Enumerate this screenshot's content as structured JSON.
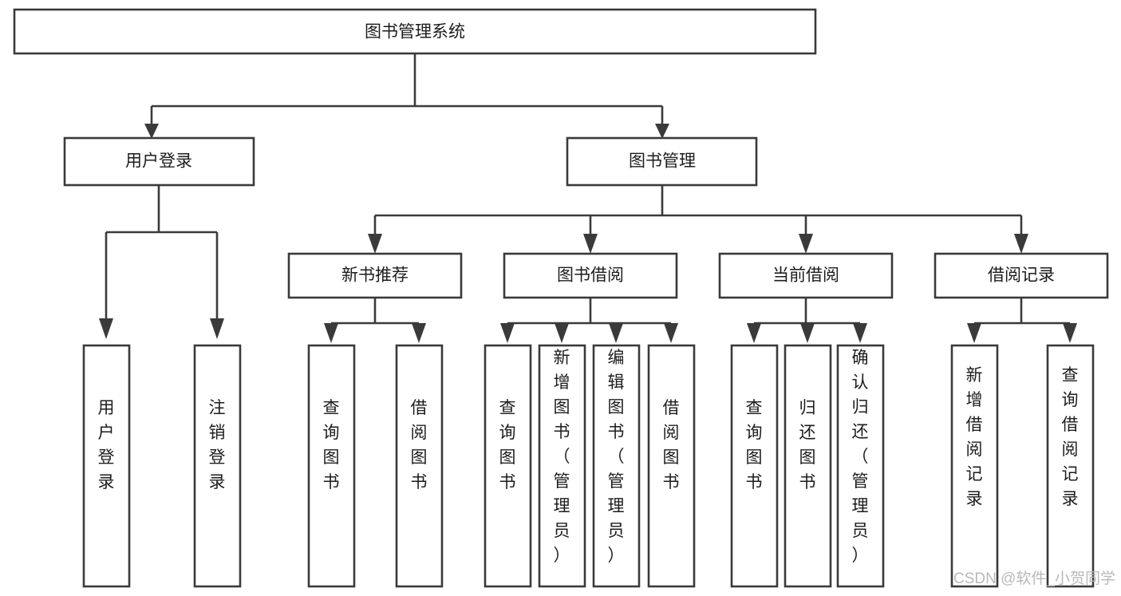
{
  "diagram": {
    "type": "tree-hierarchy-flowchart",
    "title": "图书管理系统",
    "orientation": "top-down",
    "watermark": "CSDN @软件_小贺同学",
    "colors": {
      "background": "#ffffff",
      "box_fill": "#ffffff",
      "box_stroke": "#3a3a3a",
      "connector": "#3a3a3a",
      "label": "#1c1c1c",
      "watermark": "#b9b9b9"
    },
    "root": {
      "label": "图书管理系统",
      "level": 1
    },
    "level2": [
      {
        "label": "用户登录"
      },
      {
        "label": "图书管理"
      }
    ],
    "level3": [
      {
        "label": "新书推荐",
        "parent": "图书管理"
      },
      {
        "label": "图书借阅",
        "parent": "图书管理"
      },
      {
        "label": "当前借阅",
        "parent": "图书管理"
      },
      {
        "label": "借阅记录",
        "parent": "图书管理"
      }
    ],
    "leaves": {
      "user_login": [
        {
          "label": "用户登录"
        },
        {
          "label": "注销登录"
        }
      ],
      "new_book_recommend": [
        {
          "label": "查询图书"
        },
        {
          "label": "借阅图书"
        }
      ],
      "book_borrow": [
        {
          "label": "查询图书"
        },
        {
          "label": "新增图书（管理员）"
        },
        {
          "label": "编辑图书（管理员）"
        },
        {
          "label": "借阅图书"
        }
      ],
      "current_borrow": [
        {
          "label": "查询图书"
        },
        {
          "label": "归还图书"
        },
        {
          "label": "确认归还（管理员）"
        }
      ],
      "borrow_record": [
        {
          "label": "新增借阅记录"
        },
        {
          "label": "查询借阅记录"
        }
      ]
    }
  }
}
